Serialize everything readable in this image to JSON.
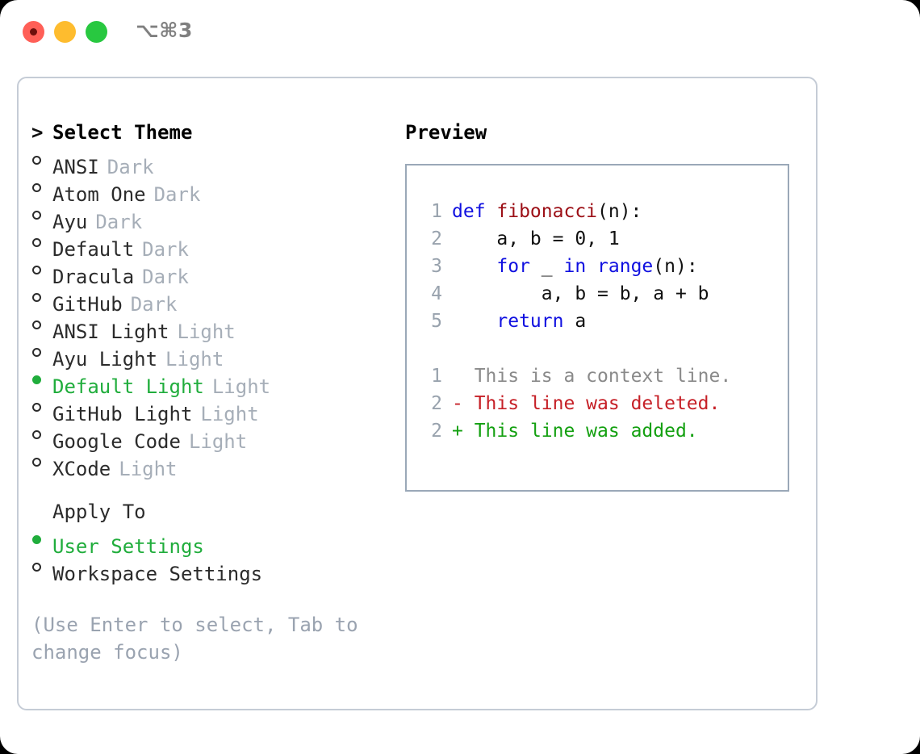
{
  "titlebar": {
    "shortcut": "⌥⌘3",
    "buttons": [
      "close",
      "minimize",
      "maximize"
    ]
  },
  "left": {
    "header": {
      "marker": ">",
      "label": "Select Theme"
    },
    "themes": [
      {
        "marker": "○",
        "selected": false,
        "name": "ANSI",
        "tag": "Dark"
      },
      {
        "marker": "○",
        "selected": false,
        "name": "Atom One",
        "tag": "Dark"
      },
      {
        "marker": "○",
        "selected": false,
        "name": "Ayu",
        "tag": "Dark"
      },
      {
        "marker": "○",
        "selected": false,
        "name": "Default",
        "tag": "Dark"
      },
      {
        "marker": "○",
        "selected": false,
        "name": "Dracula",
        "tag": "Dark"
      },
      {
        "marker": "○",
        "selected": false,
        "name": "GitHub",
        "tag": "Dark"
      },
      {
        "marker": "○",
        "selected": false,
        "name": "ANSI Light",
        "tag": "Light"
      },
      {
        "marker": "○",
        "selected": false,
        "name": "Ayu Light",
        "tag": "Light"
      },
      {
        "marker": "●",
        "selected": true,
        "name": "Default Light",
        "tag": "Light"
      },
      {
        "marker": "○",
        "selected": false,
        "name": "GitHub Light",
        "tag": "Light"
      },
      {
        "marker": "○",
        "selected": false,
        "name": "Google Code",
        "tag": "Light"
      },
      {
        "marker": "○",
        "selected": false,
        "name": "XCode",
        "tag": "Light"
      }
    ],
    "apply_to": {
      "label": "Apply To",
      "options": [
        {
          "marker": "●",
          "selected": true,
          "name": "User Settings"
        },
        {
          "marker": "○",
          "selected": false,
          "name": "Workspace Settings"
        }
      ]
    },
    "hint": "(Use Enter to select, Tab to change focus)"
  },
  "right": {
    "title": "Preview",
    "code_lines": [
      {
        "no": "1",
        "tokens": [
          {
            "t": "def ",
            "c": "kw"
          },
          {
            "t": "fibonacci",
            "c": "fn"
          },
          {
            "t": "(n):",
            "c": "plain"
          }
        ]
      },
      {
        "no": "2",
        "tokens": [
          {
            "t": "    a, b = 0, 1",
            "c": "plain"
          }
        ]
      },
      {
        "no": "3",
        "tokens": [
          {
            "t": "    ",
            "c": "plain"
          },
          {
            "t": "for",
            "c": "kw"
          },
          {
            "t": " _ ",
            "c": "plain"
          },
          {
            "t": "in",
            "c": "kw"
          },
          {
            "t": " ",
            "c": "plain"
          },
          {
            "t": "range",
            "c": "kw"
          },
          {
            "t": "(n):",
            "c": "plain"
          }
        ]
      },
      {
        "no": "4",
        "tokens": [
          {
            "t": "        a, b = b, a + b",
            "c": "plain"
          }
        ]
      },
      {
        "no": "5",
        "tokens": [
          {
            "t": "    ",
            "c": "plain"
          },
          {
            "t": "return",
            "c": "kw"
          },
          {
            "t": " a",
            "c": "plain"
          }
        ]
      }
    ],
    "diff_lines": [
      {
        "no": "1",
        "marker": "  ",
        "text": "This is a context line.",
        "kind": "diff-ctx"
      },
      {
        "no": "2",
        "marker": "- ",
        "text": "This line was deleted.",
        "kind": "diff-del"
      },
      {
        "no": "2",
        "marker": "+ ",
        "text": "This line was added.",
        "kind": "diff-add"
      }
    ]
  },
  "colors": {
    "selected_green": "#20ad3c",
    "tag_gray": "#a6aeb8",
    "hint_gray": "#9aa3b0",
    "lineno_gray": "#98a2ad",
    "keyword_blue": "#1010e0",
    "function_red": "#9c0f16",
    "diff_added": "#14a011",
    "diff_deleted": "#c62027",
    "diff_context": "#8a8a8a",
    "panel_border": "#c5ccd6",
    "preview_border": "#9aa8b8",
    "traffic_red": "#ff5f57",
    "traffic_yellow": "#febc2e",
    "traffic_green": "#28c840"
  }
}
